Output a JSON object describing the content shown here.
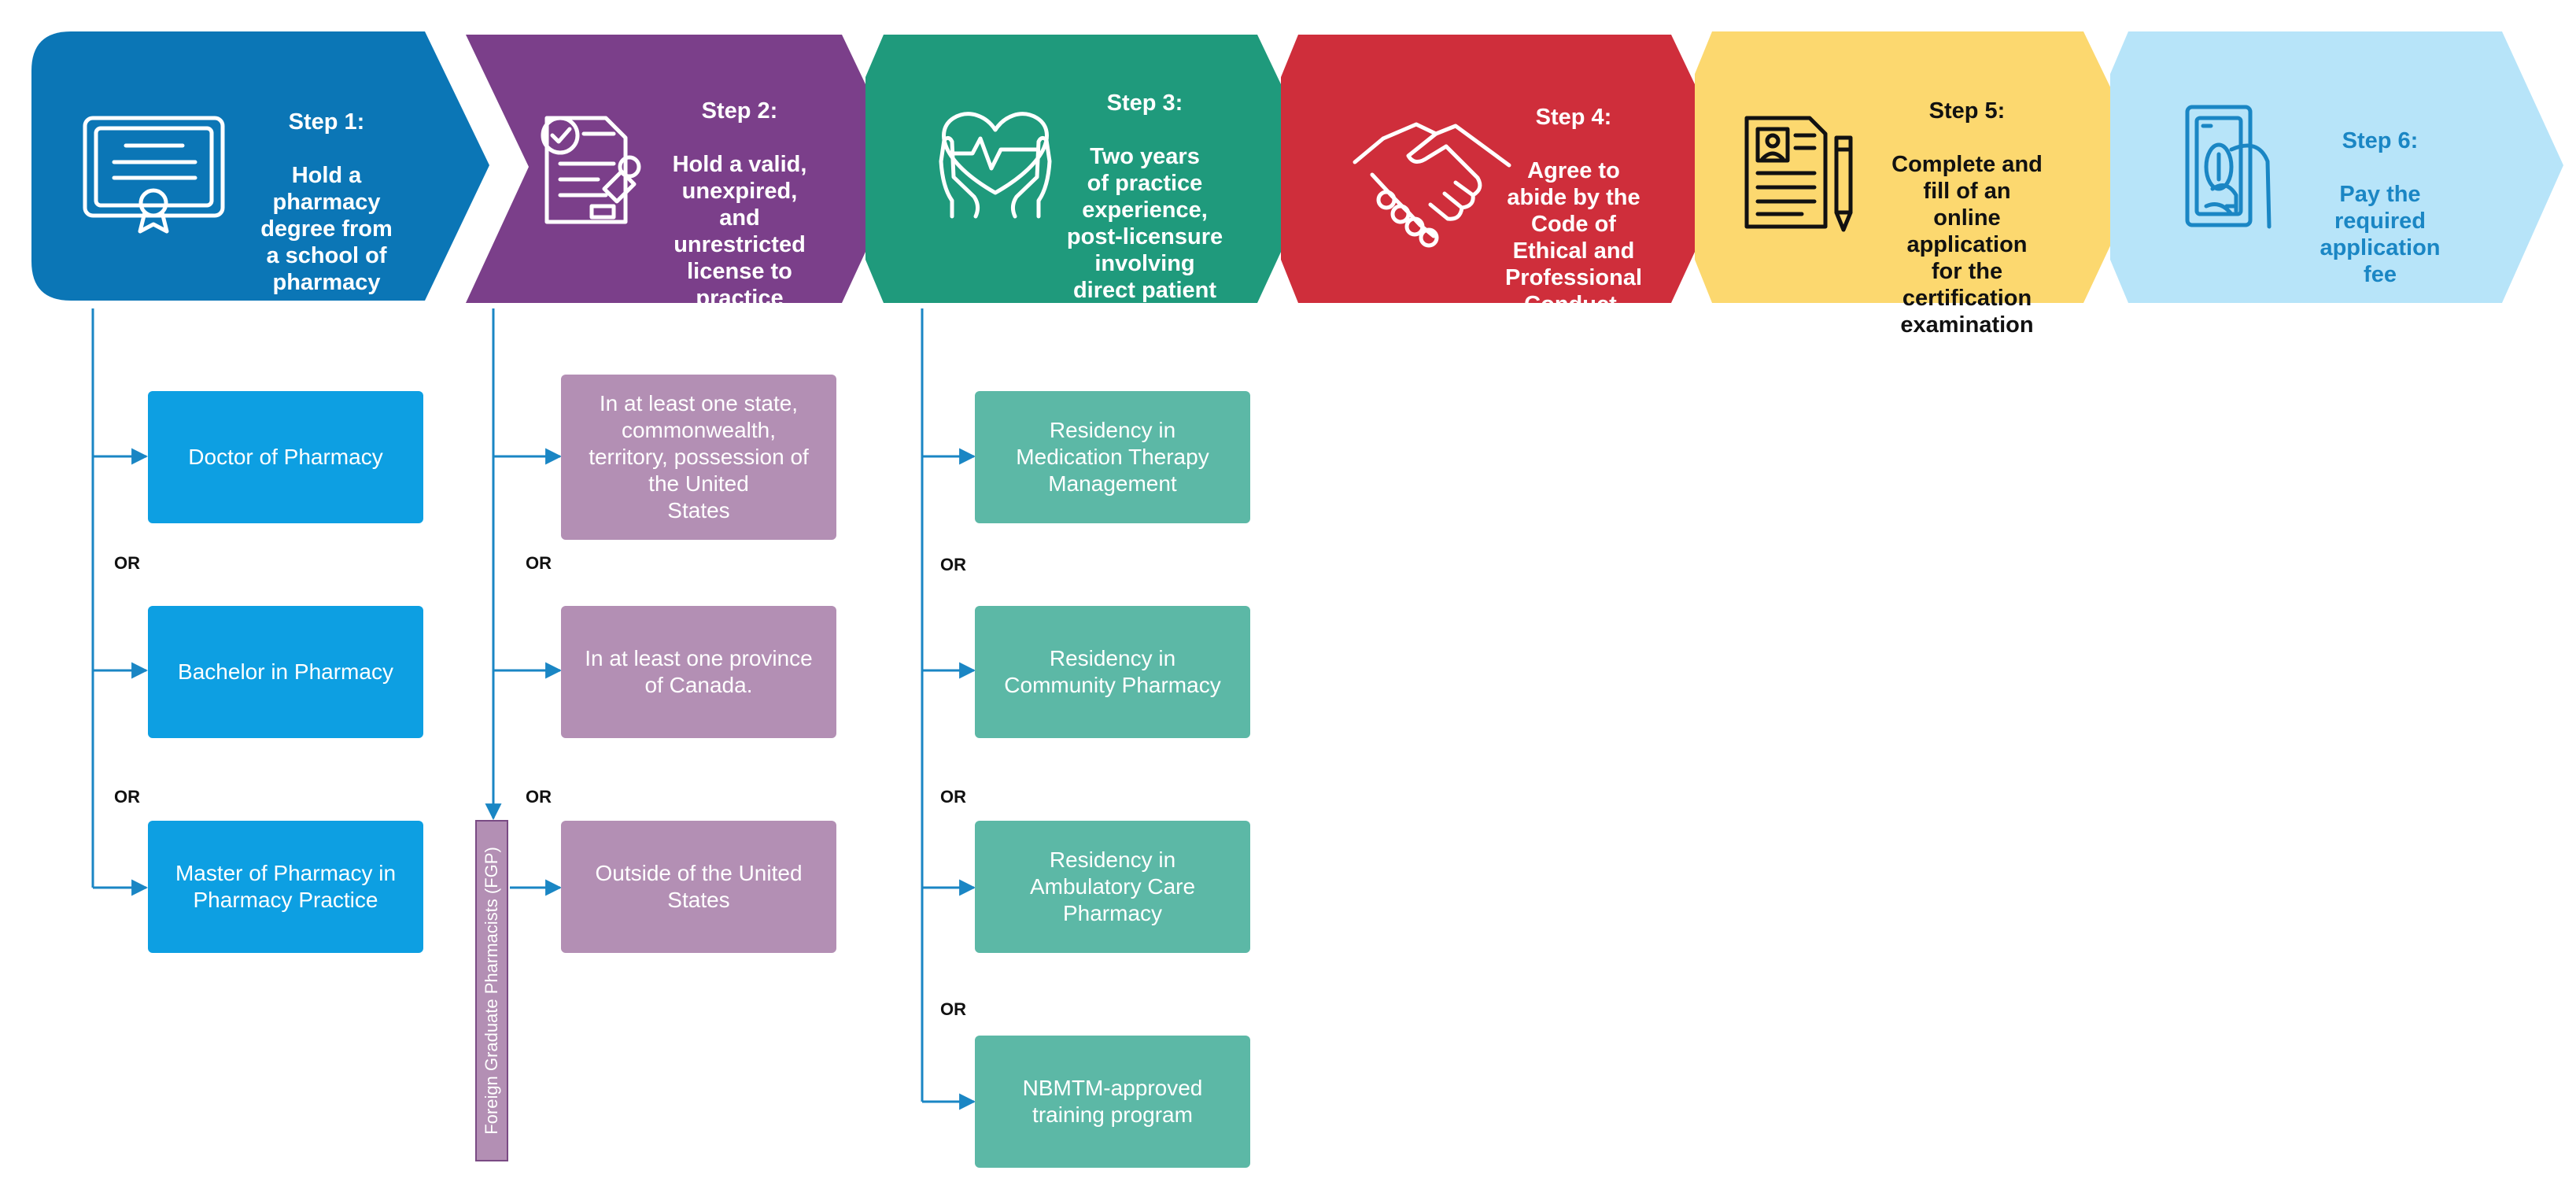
{
  "colors": {
    "step1": "#0b76b6",
    "step2": "#7b3f8a",
    "step3": "#1f9a7c",
    "step4": "#cf2e3b",
    "step5": "#fcd86f",
    "step6": "#b7e4f9",
    "line_blue": "#1a86c4"
  },
  "steps": [
    {
      "title": "Step 1:",
      "text": "Hold a\npharmacy\ndegree from\na school of\npharmacy",
      "icon": "diploma-icon"
    },
    {
      "title": "Step 2:",
      "text": "Hold a valid,\nunexpired,\nand\nunrestricted\nlicense to\npractice",
      "icon": "license-stamp-icon"
    },
    {
      "title": "Step 3:",
      "text": "Two years\nof practice\nexperience,\npost-licensure\ninvolving\ndirect patient\ncare",
      "icon": "heart-in-hands-icon"
    },
    {
      "title": "Step 4:",
      "text": "Agree to\nabide by the\nCode of\nEthical and\nProfessional\nConduct.",
      "icon": "handshake-icon"
    },
    {
      "title": "Step 5:",
      "text": "Complete and\nfill of an\nonline\napplication\nfor the\ncertification\nexamination",
      "icon": "application-form-icon"
    },
    {
      "title": "Step 6:",
      "text": "Pay the\nrequired\napplication\nfee",
      "icon": "money-in-hand-icon"
    }
  ],
  "step1_options": [
    "Doctor of Pharmacy",
    "Bachelor in Pharmacy",
    "Master of Pharmacy in\nPharmacy Practice"
  ],
  "step2_options": [
    "In at least one state,\ncommonwealth,\nterritory, possession of\nthe United\nStates",
    "In at least one province\nof Canada.",
    "Outside of the United\nStates"
  ],
  "step3_options": [
    "Residency in\nMedication Therapy\nManagement",
    "Residency in\nCommunity Pharmacy",
    "Residency in\nAmbulatory Care\nPharmacy",
    "NBMTM-approved\ntraining program"
  ],
  "or_label": "OR",
  "fgp_label": "Foreign Graduate Pharmacists (FGP)"
}
